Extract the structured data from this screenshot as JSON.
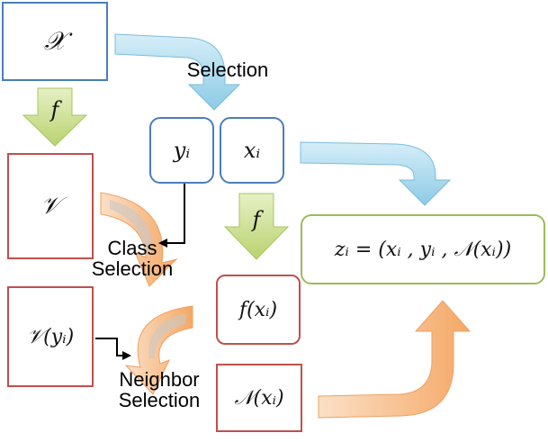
{
  "boxes": {
    "X": "𝒳",
    "V": "𝒱",
    "V_yi": "𝒱(yᵢ)",
    "yi": "yᵢ",
    "xi": "xᵢ",
    "fxi": "f(xᵢ)",
    "Nxi": "𝒩(xᵢ)",
    "zi": "zᵢ = (xᵢ , yᵢ , 𝒩(xᵢ))"
  },
  "labels": {
    "selection": "Selection",
    "class_selection_1": "Class",
    "class_selection_2": "Selection",
    "neighbor_selection_1": "Neighbor",
    "neighbor_selection_2": "Selection",
    "f_left": "f",
    "f_middle": "f"
  },
  "colors": {
    "blue_border": "#4a7ebb",
    "red_border": "#c0504d",
    "green_border": "#9bbb59",
    "blue_arrow": "#9ad0e8",
    "green_arrow": "#c9dc8a",
    "orange_arrow": "#f6b882"
  }
}
